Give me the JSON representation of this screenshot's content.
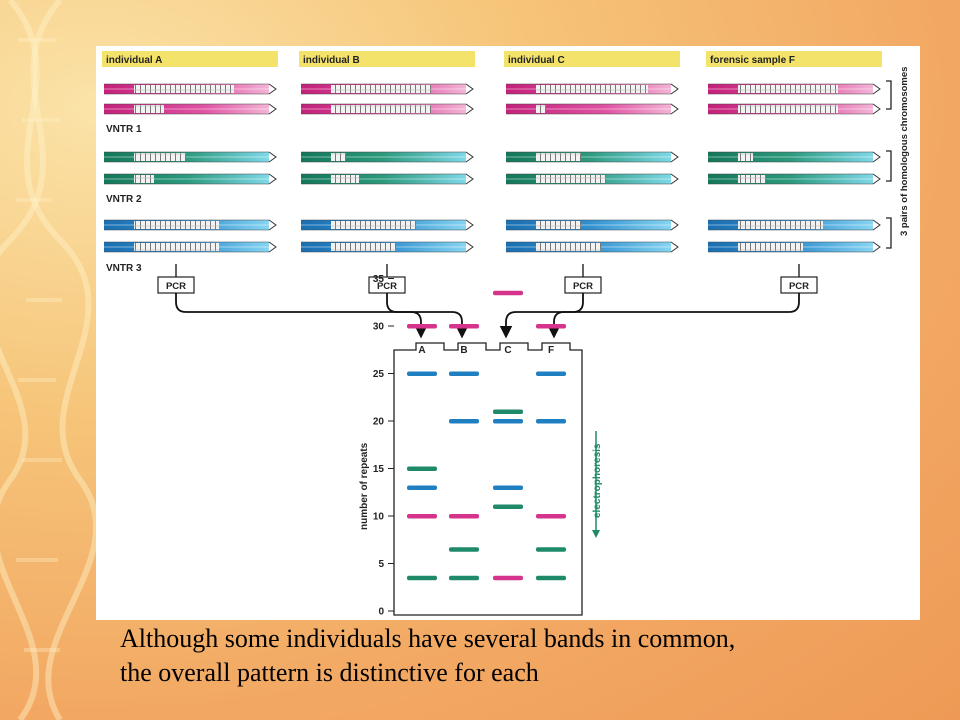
{
  "individuals": [
    {
      "label": "individual A",
      "lane": "A"
    },
    {
      "label": "individual B",
      "lane": "B"
    },
    {
      "label": "individual C",
      "lane": "C"
    },
    {
      "label": "forensic sample F",
      "lane": "F"
    }
  ],
  "vntr_labels": [
    "VNTR 1",
    "VNTR 2",
    "VNTR 3"
  ],
  "side_label": "3 pairs of homologous chromosomes",
  "pcr_label": "PCR",
  "gel": {
    "lanes": [
      "A",
      "B",
      "C",
      "F"
    ],
    "y_axis_label": "number of repeats",
    "y_ticks": [
      "35",
      "30",
      "25",
      "20",
      "15",
      "10",
      "5",
      "0"
    ],
    "direction_label": "electrophoresis"
  },
  "chart_data": {
    "type": "heatmap",
    "ylabel": "number of repeats",
    "ylim": [
      0,
      35
    ],
    "lanes": [
      "A",
      "B",
      "C",
      "F"
    ],
    "series": [
      {
        "name": "VNTR 1",
        "color": "#d6338c",
        "bands": {
          "A": [
            30,
            10
          ],
          "B": [
            30,
            10
          ],
          "C": [
            33.5,
            3.5
          ],
          "F": [
            30,
            10
          ]
        }
      },
      {
        "name": "VNTR 2",
        "color": "#1f8a6a",
        "bands": {
          "A": [
            15,
            3.5
          ],
          "B": [
            6.5,
            3.5
          ],
          "C": [
            21,
            11
          ],
          "F": [
            6.5,
            3.5
          ]
        }
      },
      {
        "name": "VNTR 3",
        "color": "#1f7fc0",
        "bands": {
          "A": [
            25,
            13
          ],
          "B": [
            25,
            20
          ],
          "C": [
            20,
            13
          ],
          "F": [
            25,
            20
          ]
        }
      }
    ]
  },
  "colors": {
    "vntr1": "#d6338c",
    "vntr2": "#1f8a6a",
    "vntr3": "#1f7fc0",
    "header_bar": "#f3e36b"
  },
  "caption": {
    "line1": "Although some individuals have several bands in common,",
    "line2": "the overall pattern is distinctive for each"
  }
}
